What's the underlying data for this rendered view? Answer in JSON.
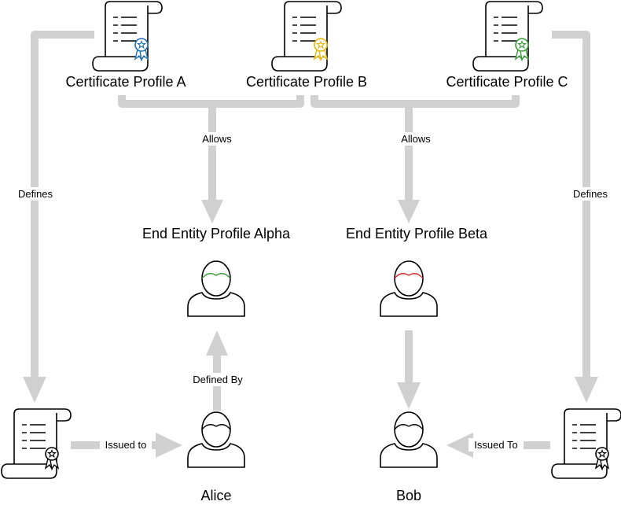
{
  "profiles": {
    "cert_a": "Certificate Profile A",
    "cert_b": "Certificate Profile B",
    "cert_c": "Certificate Profile C",
    "ee_alpha": "End Entity Profile Alpha",
    "ee_beta": "End Entity Profile Beta"
  },
  "people": {
    "alice": "Alice",
    "bob": "Bob"
  },
  "edges": {
    "allows_left": "Allows",
    "allows_right": "Allows",
    "defines_left": "Defines",
    "defines_right": "Defines",
    "defined_by": "Defined By",
    "issued_to_left": "Issued to",
    "issued_to_right": "Issued To"
  },
  "colors": {
    "connector": "#d0d0d0",
    "badge_a": "#1f6fb2",
    "badge_b": "#e6b800",
    "badge_c": "#3a9a3a",
    "badge_issued": "#000000",
    "hair_alpha": "#3a9a3a",
    "hair_beta": "#d62c2c"
  },
  "icons": {
    "certificate": "certificate-scroll-icon",
    "person": "person-icon"
  }
}
